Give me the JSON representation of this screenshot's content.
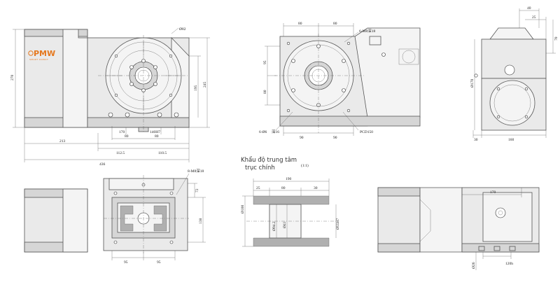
{
  "brand": {
    "logo_text": "PMW",
    "tagline": "SMART ROBOT"
  },
  "section": {
    "caption_line1": "Khẩu độ trung tâm",
    "caption_line2": "trục chính",
    "scale": "(1:1)"
  },
  "views": {
    "front": {
      "height": "270",
      "pcd": "Ø82",
      "right_h1": "245",
      "right_h2": "195",
      "d1": "170",
      "d2": "140H7",
      "w_total_left": "213",
      "w_half1": "80",
      "w_half2": "80",
      "w_a": "112.5",
      "w_b": "110.5",
      "w_total": "436"
    },
    "face": {
      "top1": "80",
      "top2": "80",
      "bolt": "6-M8深18",
      "v1": "95",
      "v2": "80",
      "bot1": "90",
      "bot2": "90",
      "holes": "6-Ø6",
      "depth": "深16",
      "pcd": "PCD150"
    },
    "side": {
      "t1": "40",
      "t2": "25",
      "t3": "70",
      "dia": "Ø170",
      "w1": "30",
      "w2": "160"
    },
    "top": {
      "v": "72",
      "bolt": "8-M8深18",
      "h": "138",
      "w1": "95",
      "w2": "95"
    },
    "section": {
      "w": "190",
      "w1": "25",
      "w2": "80",
      "w3": "30",
      "d_outer": "Ø100",
      "d1": "Ø94.2",
      "d2": "Ø41",
      "d3": "Ø55H7"
    },
    "rear": {
      "d1": "170",
      "d2": "Ø26",
      "d3": "120h"
    }
  }
}
